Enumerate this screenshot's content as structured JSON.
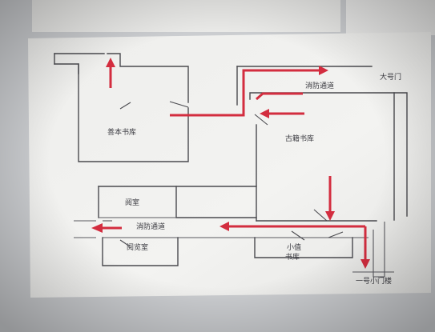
{
  "plan": {
    "room_guben": "善本书库",
    "room_gujing": "古籍书库",
    "room_reading": "阅室",
    "room_office": "阅览室",
    "room_small": "小值",
    "room_small_2": "书库",
    "corridor_top": "消防通道",
    "corridor_bottom": "消防通道",
    "gate_main": "大号门",
    "gate_side": "一号小门楼"
  },
  "colors": {
    "wall": "#4a4a4f",
    "route": "#d32d3f",
    "paper": "#f2f2f0",
    "background": "#cfd1d3"
  }
}
